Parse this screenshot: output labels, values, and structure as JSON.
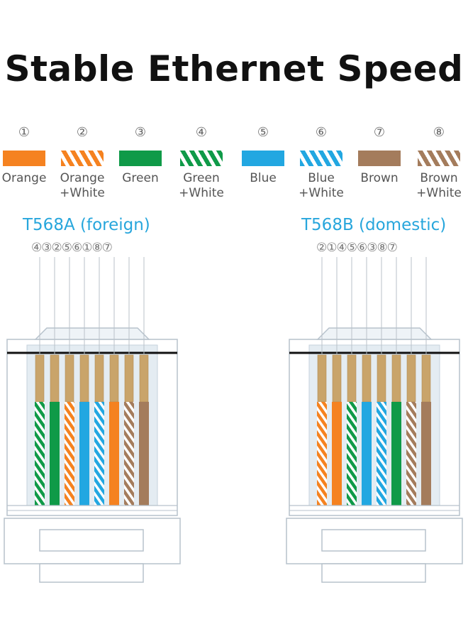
{
  "title": "Stable Ethernet Speed",
  "colors": {
    "orange": "#f58220",
    "green": "#0f9a48",
    "blue": "#22a7e1",
    "brown": "#a47c5c",
    "copper": "#c9a46a",
    "plug_fill": "#e4ecf2",
    "accent_text": "#27a6dc"
  },
  "legend": [
    {
      "num": "①",
      "label": "Orange",
      "color": "orange",
      "striped": false
    },
    {
      "num": "②",
      "label": "Orange\n+White",
      "color": "orange",
      "striped": true
    },
    {
      "num": "③",
      "label": "Green",
      "color": "green",
      "striped": false
    },
    {
      "num": "④",
      "label": "Green\n+White",
      "color": "green",
      "striped": true
    },
    {
      "num": "⑤",
      "label": "Blue",
      "color": "blue",
      "striped": false
    },
    {
      "num": "⑥",
      "label": "Blue\n+White",
      "color": "blue",
      "striped": true
    },
    {
      "num": "⑦",
      "label": "Brown",
      "color": "brown",
      "striped": false
    },
    {
      "num": "⑧",
      "label": "Brown\n+White",
      "color": "brown",
      "striped": true
    }
  ],
  "standards": [
    {
      "title": "T568A (foreign)",
      "sequence": "④③②⑤⑥①⑧⑦",
      "wires": [
        4,
        3,
        2,
        5,
        6,
        1,
        8,
        7
      ]
    },
    {
      "title": "T568B (domestic)",
      "sequence": "②①④⑤⑥③⑧⑦",
      "wires": [
        2,
        1,
        4,
        5,
        6,
        3,
        8,
        7
      ]
    }
  ]
}
